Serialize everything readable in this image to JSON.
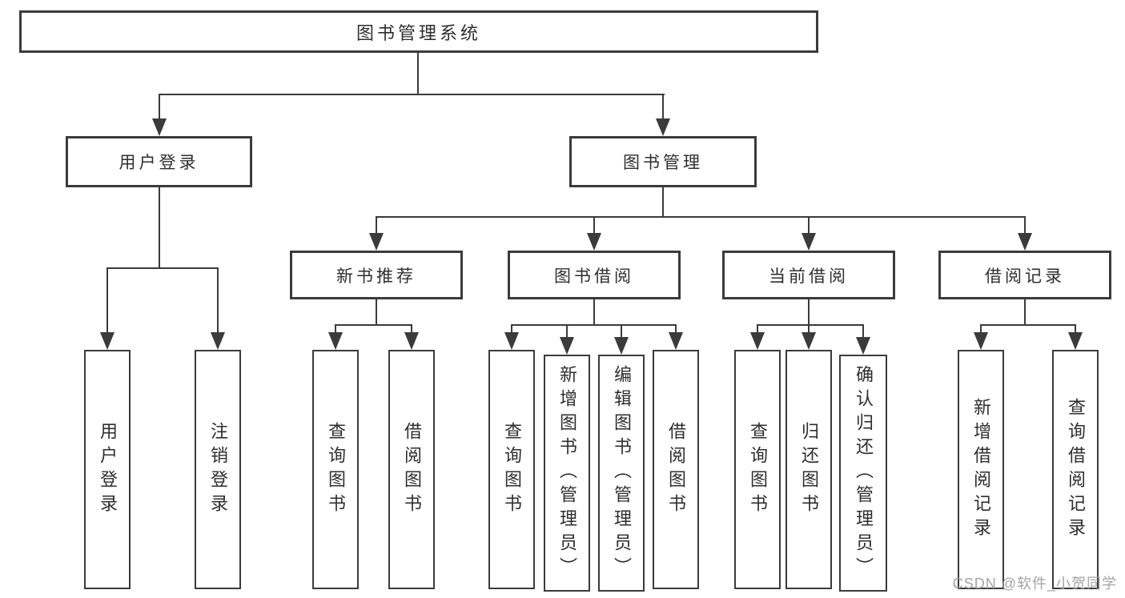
{
  "diagram_title": "图书管理系统",
  "colors": {
    "line": "#3b3b3b",
    "text": "#2e2e2e",
    "background": "#ffffff",
    "watermark": "#a4a4a4"
  },
  "tree": {
    "root": {
      "label": "图书管理系统",
      "children": [
        {
          "label": "用户登录",
          "children": [
            {
              "label": "用户登录"
            },
            {
              "label": "注销登录"
            }
          ]
        },
        {
          "label": "图书管理",
          "children": [
            {
              "label": "新书推荐",
              "children": [
                {
                  "label": "查询图书"
                },
                {
                  "label": "借阅图书"
                }
              ]
            },
            {
              "label": "图书借阅",
              "children": [
                {
                  "label": "查询图书"
                },
                {
                  "label": "新增图书（管理员）"
                },
                {
                  "label": "编辑图书（管理员）"
                },
                {
                  "label": "借阅图书"
                }
              ]
            },
            {
              "label": "当前借阅",
              "children": [
                {
                  "label": "查询图书"
                },
                {
                  "label": "归还图书"
                },
                {
                  "label": "确认归还（管理员）"
                }
              ]
            },
            {
              "label": "借阅记录",
              "children": [
                {
                  "label": "新增借阅记录"
                },
                {
                  "label": "查询借阅记录"
                }
              ]
            }
          ]
        }
      ]
    }
  },
  "watermark": {
    "text": "CSDN @软件_小贺同学"
  }
}
